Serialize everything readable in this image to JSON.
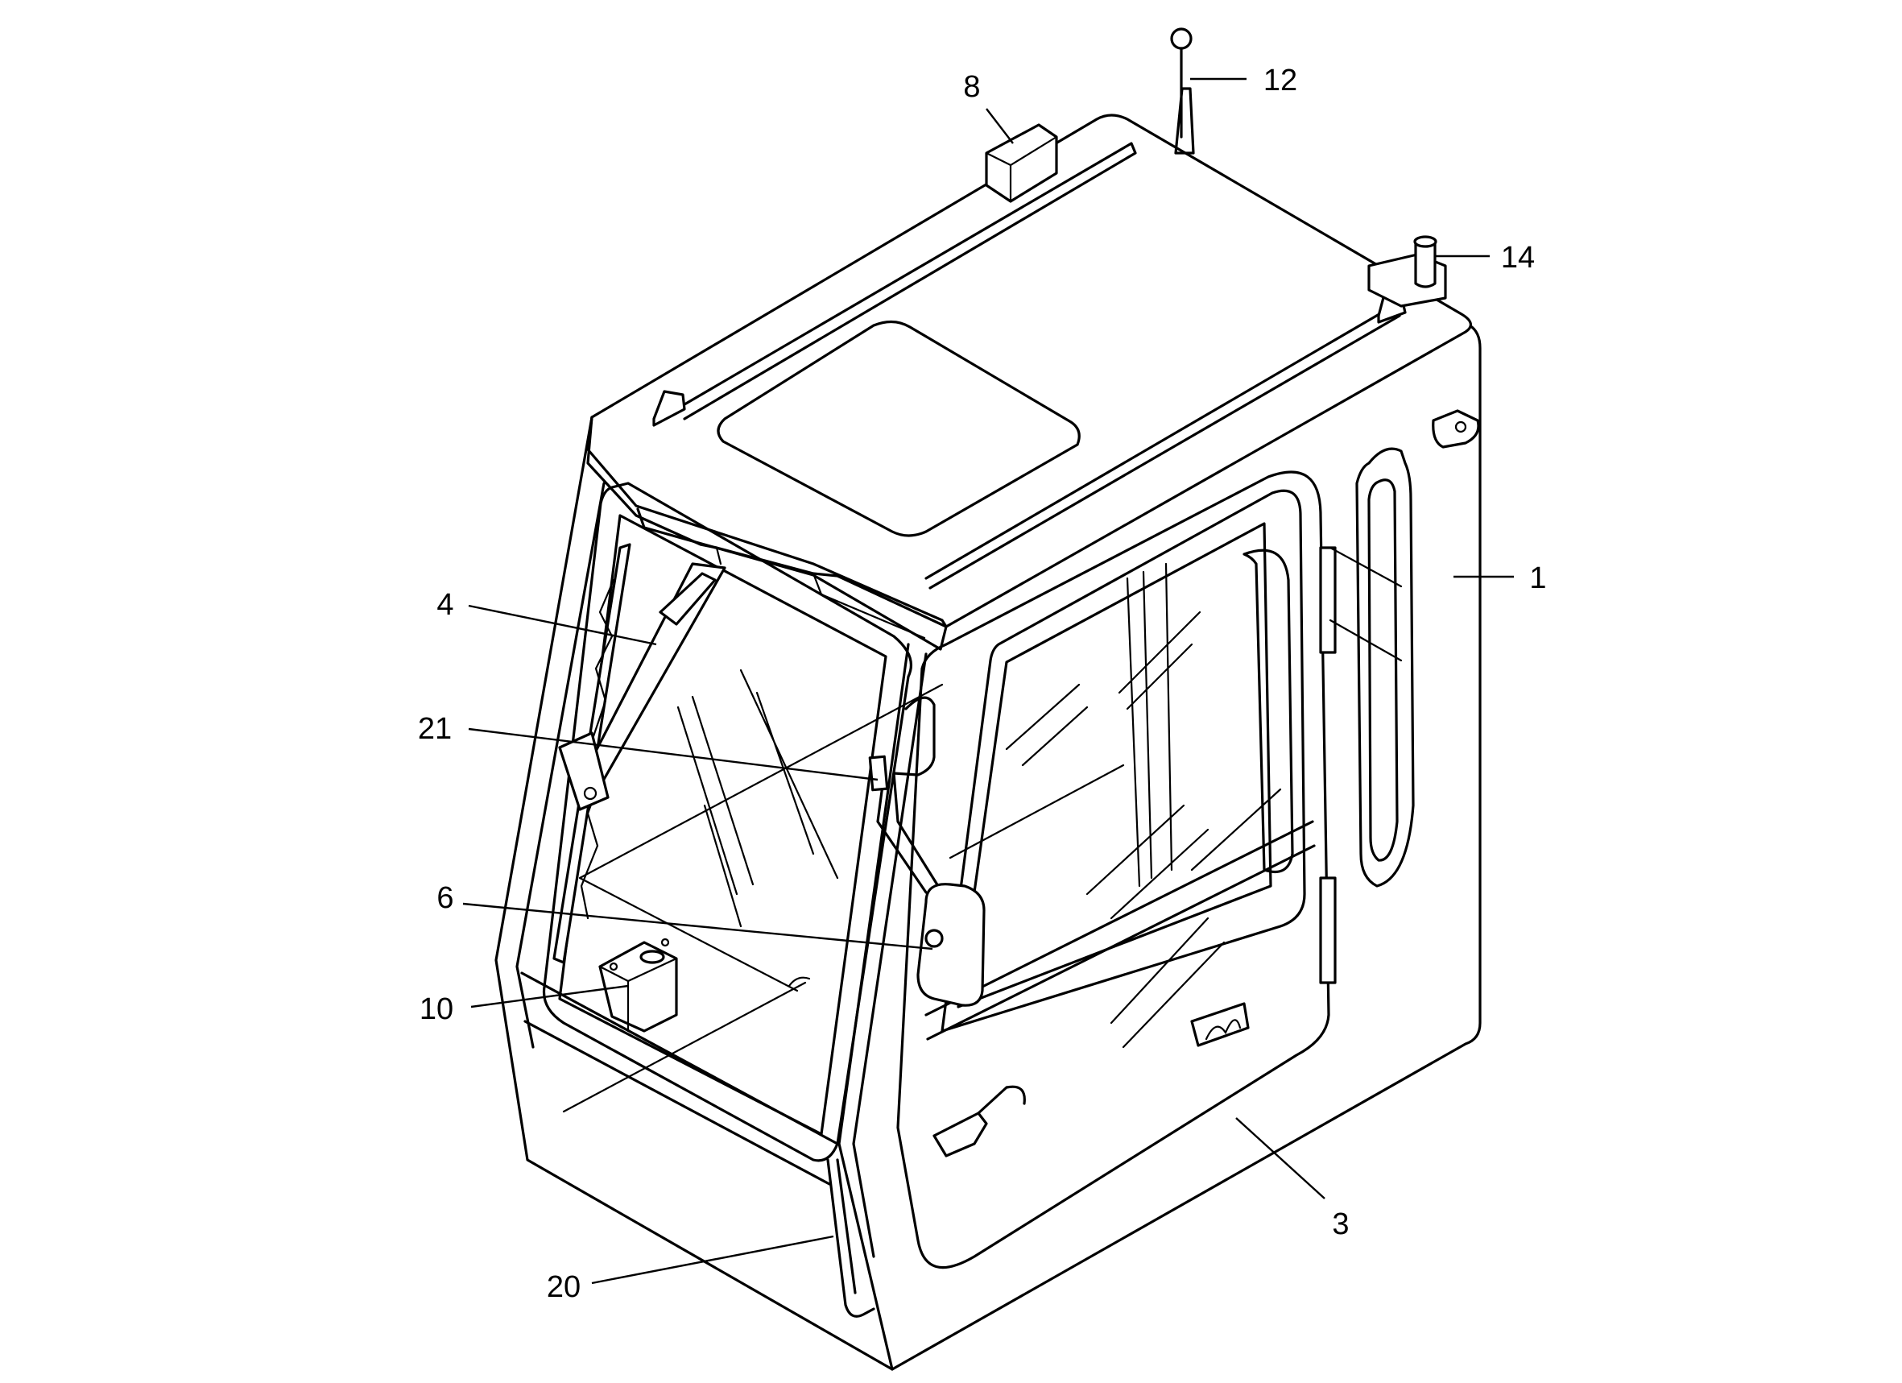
{
  "diagram": {
    "callouts": [
      {
        "id": "c8",
        "label": "8"
      },
      {
        "id": "c12",
        "label": "12"
      },
      {
        "id": "c14",
        "label": "14"
      },
      {
        "id": "c1",
        "label": "1"
      },
      {
        "id": "c4",
        "label": "4"
      },
      {
        "id": "c21",
        "label": "21"
      },
      {
        "id": "c6",
        "label": "6"
      },
      {
        "id": "c10",
        "label": "10"
      },
      {
        "id": "c3",
        "label": "3"
      },
      {
        "id": "c20",
        "label": "20"
      }
    ]
  },
  "colors": {
    "line": "#000000",
    "background": "#ffffff"
  }
}
